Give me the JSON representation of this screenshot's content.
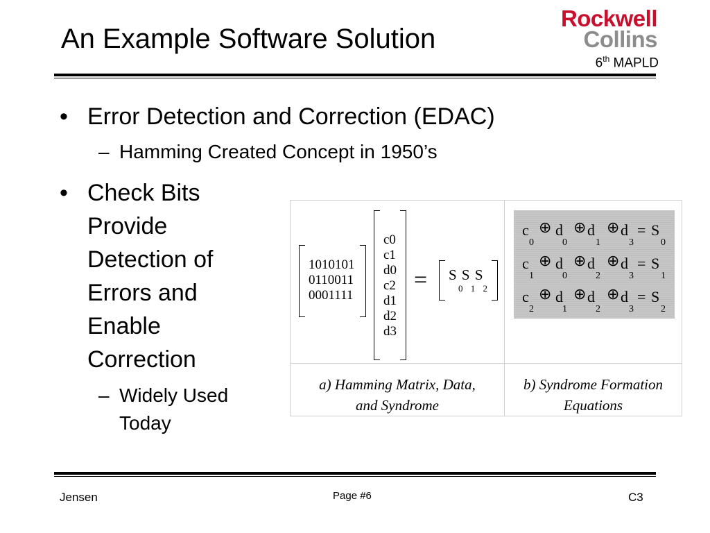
{
  "header": {
    "title": "An Example Software Solution",
    "logo_line1": "Rockwell",
    "logo_line2": "Collins",
    "event_num": "6",
    "event_sup": "th",
    "event_name": "MAPLD"
  },
  "bullets": [
    {
      "text": "Error Detection and Correction (EDAC)",
      "sub": "Hamming Created Concept in 1950’s"
    },
    {
      "lines": [
        "Check Bits",
        "Provide",
        "Detection of",
        "Errors and",
        "Enable",
        "Correction"
      ],
      "sub_lines": [
        "Widely Used",
        "Today"
      ]
    }
  ],
  "figure": {
    "matrix_rows": [
      "1010101",
      "0110011",
      "0001111"
    ],
    "vector": [
      "c0",
      "c1",
      "d0",
      "c2",
      "d1",
      "d2",
      "d3"
    ],
    "equals": "=",
    "syndrome": "S S S",
    "syndrome_subs": "0 1 2",
    "equations": [
      {
        "c": "c",
        "c_sub": "0",
        "d1": "d",
        "d1_sub": "0",
        "d2": "d",
        "d2_sub": "1",
        "d3": "d",
        "d3_sub": "3",
        "s": "S",
        "s_sub": "0"
      },
      {
        "c": "c",
        "c_sub": "1",
        "d1": "d",
        "d1_sub": "0",
        "d2": "d",
        "d2_sub": "2",
        "d3": "d",
        "d3_sub": "3",
        "s": "S",
        "s_sub": "1"
      },
      {
        "c": "c",
        "c_sub": "2",
        "d1": "d",
        "d1_sub": "1",
        "d2": "d",
        "d2_sub": "2",
        "d3": "d",
        "d3_sub": "3",
        "s": "S",
        "s_sub": "2"
      }
    ],
    "xor_symbol": "⊕",
    "eq_symbol": "=",
    "caption_a_1": "a) Hamming Matrix, Data,",
    "caption_a_2": "and Syndrome",
    "caption_b_1": "b) Syndrome Formation",
    "caption_b_2": "Equations"
  },
  "footer": {
    "author": "Jensen",
    "page": "Page #6",
    "section": "C3"
  },
  "colors": {
    "logo_red": "#c8102e",
    "logo_gray": "#8c8c8c",
    "equation_bg": "#c6c6c6"
  }
}
